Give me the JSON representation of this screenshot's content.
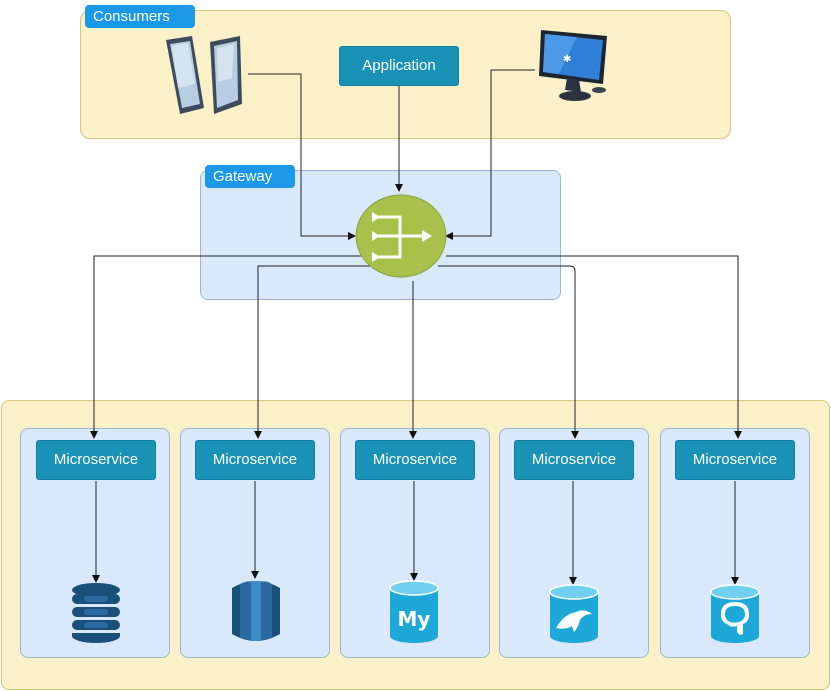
{
  "groups": {
    "consumers_label": "Consumers",
    "gateway_label": "Gateway"
  },
  "consumers": {
    "application_label": "Application"
  },
  "microservices": [
    {
      "label": "Microservice",
      "db_icon": "dynamodb-icon"
    },
    {
      "label": "Microservice",
      "db_icon": "rds-icon"
    },
    {
      "label": "Microservice",
      "db_icon": "mysql-icon"
    },
    {
      "label": "Microservice",
      "db_icon": "sqlserver-icon"
    },
    {
      "label": "Microservice",
      "db_icon": "postgresql-icon"
    }
  ],
  "database_labels": {
    "mysql": "My"
  },
  "colors": {
    "consumers_bg": "#fbf1c9",
    "gateway_bg": "#dae8fc",
    "tag": "#1b98e8",
    "button": "#1a92b6",
    "gateway_node": "#a8c14a"
  }
}
